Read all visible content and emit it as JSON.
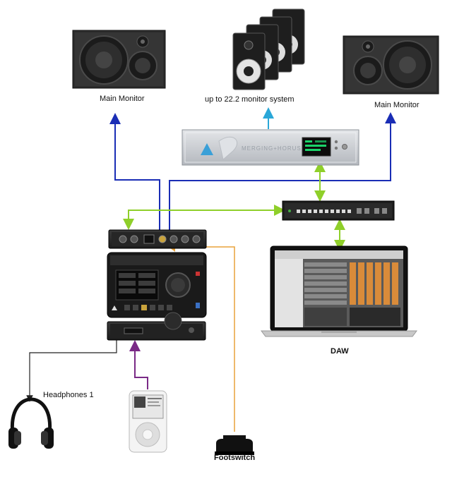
{
  "labels": {
    "main_monitor_left": "Main Monitor",
    "monitor_system": "up to 22.2 monitor system",
    "main_monitor_right": "Main Monitor",
    "daw": "DAW",
    "headphones": "Headphones 1",
    "footswitch": "Footswitch"
  },
  "devices": {
    "processor_brand": "MERGING+HORUS"
  },
  "colors": {
    "blue_link": "#1a2db5",
    "cyan_link": "#2aa7d8",
    "green_link": "#8fcf2a",
    "purple_link": "#7a2a86",
    "orange_link": "#e8a23a",
    "black_link": "#222222",
    "speaker_body": "#2c2c2c",
    "rack_silver": "#c9ccd1",
    "rack_accent": "#3aa0d8",
    "screen_green": "#1bd36a"
  },
  "icons": [
    "speaker-icon",
    "speaker-stack-icon",
    "rack-processor-icon",
    "network-switch-icon",
    "audio-interface-icon",
    "control-surface-icon",
    "headphone-amp-icon",
    "laptop-daw-icon",
    "headphones-icon",
    "media-player-icon",
    "footswitch-icon"
  ]
}
